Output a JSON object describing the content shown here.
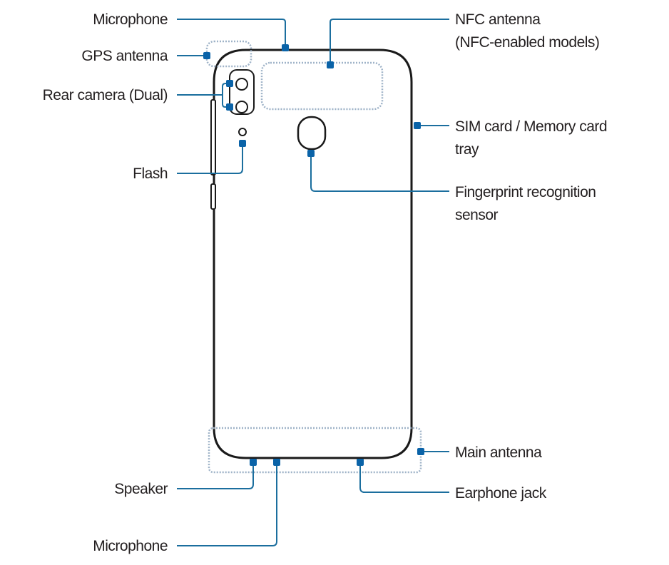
{
  "labels": {
    "microphone_top": "Microphone",
    "gps_antenna": "GPS antenna",
    "rear_camera": "Rear camera (Dual)",
    "flash": "Flash",
    "nfc_line1": "NFC antenna",
    "nfc_line2": "(NFC-enabled models)",
    "sim_line1": "SIM card / Memory card",
    "sim_line2": "tray",
    "fingerprint_line1": "Fingerprint recognition",
    "fingerprint_line2": "sensor",
    "main_antenna": "Main antenna",
    "speaker": "Speaker",
    "earphone_jack": "Earphone jack",
    "microphone_bottom": "Microphone"
  },
  "colors": {
    "callout": "#0a63a8",
    "outline": "#1a1a1a",
    "antenna_area": "#9fb3c8"
  }
}
